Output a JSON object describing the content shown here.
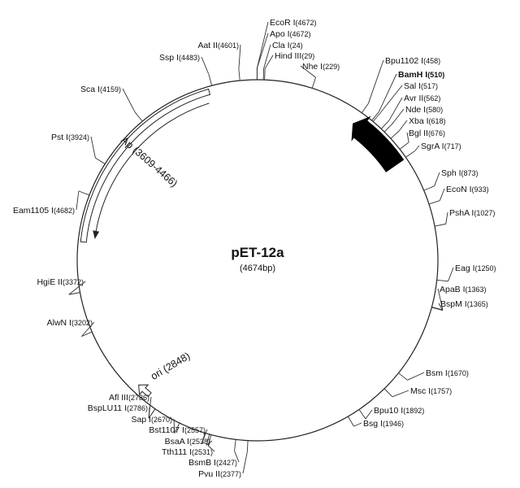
{
  "plasmid": {
    "name": "pET-12a",
    "size_label": "(4674bp)",
    "length": 4674
  },
  "features": [
    {
      "id": "ap",
      "label": "Ap (3609-4466)",
      "start": 3609,
      "end": 4466,
      "direction": "reverse",
      "style": "outline"
    },
    {
      "id": "ori",
      "label": "ori (2848)",
      "position": 2848,
      "direction": "reverse",
      "style": "outline"
    },
    {
      "id": "t7-insert",
      "label": "",
      "start": 458,
      "end": 720,
      "direction": "reverse",
      "style": "filled",
      "color": "#000000"
    }
  ],
  "sites": [
    {
      "name": "EcoR I",
      "pos": "(4672)",
      "bp": 4672
    },
    {
      "name": "Apo I",
      "pos": "(4672)",
      "bp": 4672
    },
    {
      "name": "Cla I",
      "pos": "(24)",
      "bp": 24
    },
    {
      "name": "Hind III",
      "pos": "(29)",
      "bp": 29
    },
    {
      "name": "Nhe I",
      "pos": "(229)",
      "bp": 229
    },
    {
      "name": "Bpu1102 I",
      "pos": "(458)",
      "bp": 458
    },
    {
      "name": "BamH I",
      "pos": "(510)",
      "bp": 510,
      "bold": true
    },
    {
      "name": "Sal I",
      "pos": "(517)",
      "bp": 517
    },
    {
      "name": "Avr II",
      "pos": "(562)",
      "bp": 562
    },
    {
      "name": "Nde I",
      "pos": "(580)",
      "bp": 580
    },
    {
      "name": "Xba I",
      "pos": "(618)",
      "bp": 618
    },
    {
      "name": "Bgl II",
      "pos": "(676)",
      "bp": 676
    },
    {
      "name": "SgrA I",
      "pos": "(717)",
      "bp": 717
    },
    {
      "name": "Sph I",
      "pos": "(873)",
      "bp": 873
    },
    {
      "name": "EcoN I",
      "pos": "(933)",
      "bp": 933
    },
    {
      "name": "PshA I",
      "pos": "(1027)",
      "bp": 1027
    },
    {
      "name": "Eag I",
      "pos": "(1250)",
      "bp": 1250
    },
    {
      "name": "ApaB I",
      "pos": "(1363)",
      "bp": 1363
    },
    {
      "name": "BspM I",
      "pos": "(1365)",
      "bp": 1365
    },
    {
      "name": "Bsm I",
      "pos": "(1670)",
      "bp": 1670
    },
    {
      "name": "Msc I",
      "pos": "(1757)",
      "bp": 1757
    },
    {
      "name": "Bpu10 I",
      "pos": "(1892)",
      "bp": 1892
    },
    {
      "name": "Bsg I",
      "pos": "(1946)",
      "bp": 1946
    },
    {
      "name": "Pvu II",
      "pos": "(2377)",
      "bp": 2377
    },
    {
      "name": "BsmB I",
      "pos": "(2427)",
      "bp": 2427
    },
    {
      "name": "Tth111 I",
      "pos": "(2531)",
      "bp": 2531
    },
    {
      "name": "BsaA I",
      "pos": "(2538)",
      "bp": 2538
    },
    {
      "name": "Bst1107 I",
      "pos": "(2557)",
      "bp": 2557
    },
    {
      "name": "Sap I",
      "pos": "(2670)",
      "bp": 2670
    },
    {
      "name": "BspLU11 I",
      "pos": "(2786)",
      "bp": 2786
    },
    {
      "name": "Afl III",
      "pos": "(2786)",
      "bp": 2786
    },
    {
      "name": "AlwN I",
      "pos": "(3202)",
      "bp": 3202
    },
    {
      "name": "HgiE II",
      "pos": "(3372)",
      "bp": 3372
    },
    {
      "name": "Eam1105 I",
      "pos": "(4682)",
      "bp": 3780
    },
    {
      "name": "Pst I",
      "pos": "(3924)",
      "bp": 3924
    },
    {
      "name": "Sca I",
      "pos": "(4159)",
      "bp": 4159
    },
    {
      "name": "Ssp I",
      "pos": "(4483)",
      "bp": 4483
    },
    {
      "name": "Aat II",
      "pos": "(4601)",
      "bp": 4601
    }
  ]
}
